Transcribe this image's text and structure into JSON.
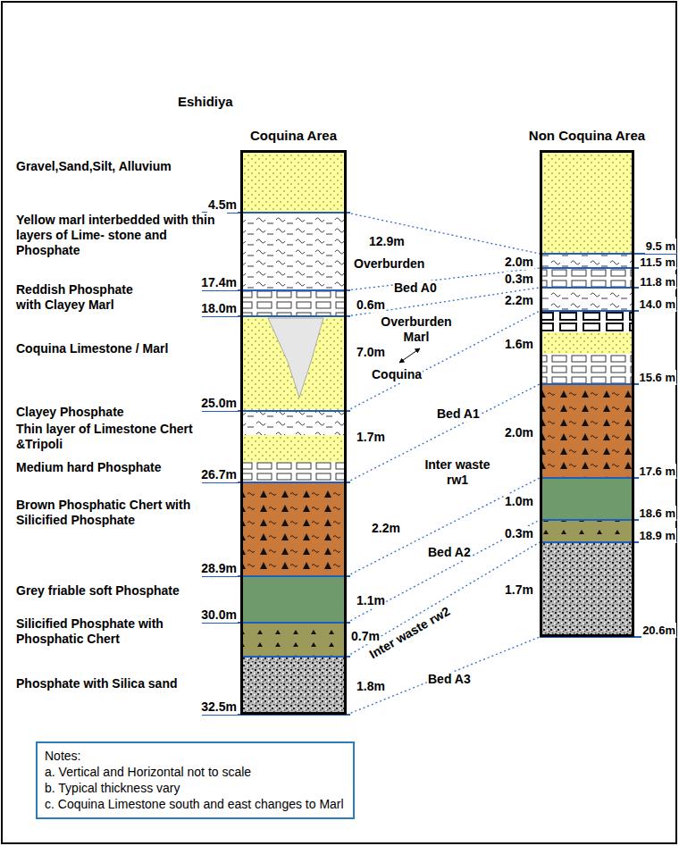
{
  "diagram": {
    "title": "Eshidiya",
    "nodes": [
      {
        "text": [
          "Coquina Area"
        ]
      },
      {
        "text": [
          "Non Coquina Area"
        ]
      },
      {
        "text": [
          "Notes:",
          "a. Vertical and Horizontal not to scale",
          "b. Typical thickness vary",
          "c. Coquina Limestone south and east changes to Marl"
        ]
      }
    ],
    "edges": [
      {
        "from": 0,
        "to": 1,
        "arrow": "none"
      },
      {
        "from": 0,
        "to": 1,
        "arrow": "none"
      },
      {
        "from": 0,
        "to": 1,
        "arrow": "none"
      },
      {
        "from": 0,
        "to": 1,
        "arrow": "none"
      },
      {
        "from": 0,
        "to": 1,
        "arrow": "none"
      },
      {
        "from": 0,
        "to": 1,
        "arrow": "none"
      },
      {
        "from": 0,
        "to": 1,
        "arrow": "none"
      },
      {
        "from": 0,
        "to": 1,
        "arrow": "none"
      },
      {
        "from": 0,
        "to": 1,
        "arrow": "none"
      }
    ],
    "labels": [
      "Gravel,Sand,Silt, Alluvium",
      "Yellow marl interbedded with thin layers of Lime- stone and Phosphate",
      "Reddish Phosphate with Clayey Marl",
      "Coquina Limestone / Marl",
      "Clayey Phosphate",
      "Thin layer of Limestone Chert &Tripoli",
      "Medium hard Phosphate",
      "Brown Phosphatic Chert with Silicified Phosphate",
      "Grey friable soft Phosphate",
      "Silicified Phosphate with Phosphatic Chert",
      "Phosphate with Silica sand",
      "4.5m",
      "17.4m",
      "18.0m",
      "25.0m",
      "26.7m",
      "28.9m",
      "30.0m",
      "32.5m",
      "12.9m",
      "0.6m",
      "7.0m",
      "1.7m",
      "2.2m",
      "1.1m",
      "0.7m",
      "1.8m",
      "Overburden",
      "Bed A0",
      "Overburden Marl",
      "Coquina",
      "Bed A1",
      "Inter waste rw1",
      "Bed A2",
      "Inter waste rw2",
      "Bed A3",
      "2.0m",
      "0.3m",
      "2.2m",
      "1.6m",
      "2.0m",
      "1.0m",
      "0.3m",
      "1.7m",
      "9.5 m",
      "11.5 m",
      "11.8 m",
      "14.0 m",
      "15.6 m",
      "17.6 m",
      "18.6 m",
      "18.9 m",
      "20.6m"
    ]
  }
}
